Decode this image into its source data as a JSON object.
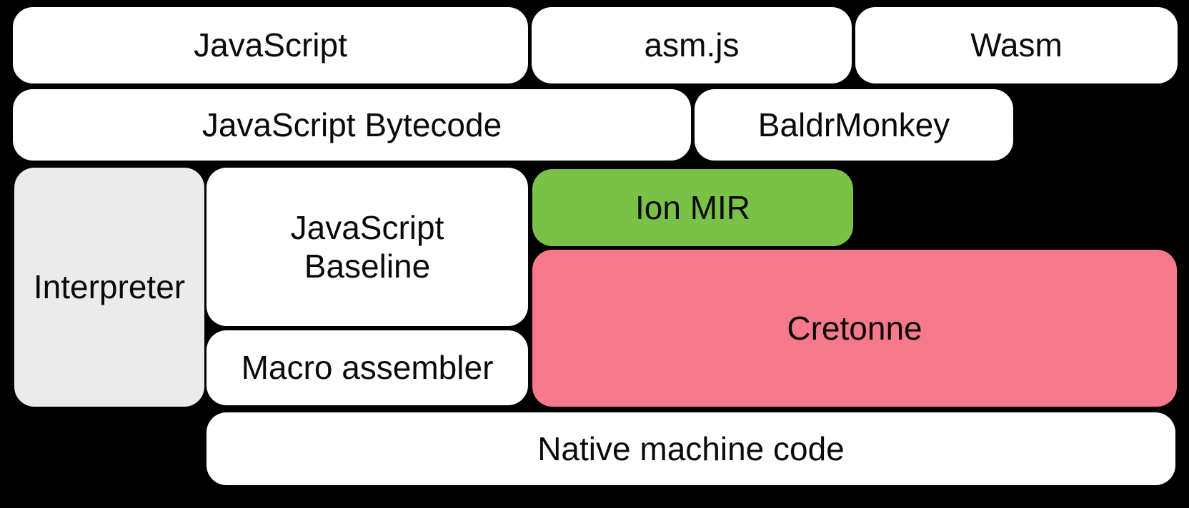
{
  "diagram": {
    "background": "#000000",
    "colors": {
      "white": "#ffffff",
      "gray": "#ebebeb",
      "green": "#7ac247",
      "pink": "#f7798b",
      "text": "#0a0a0a"
    },
    "nodes": {
      "javascript": {
        "label": "JavaScript"
      },
      "asmjs": {
        "label": "asm.js"
      },
      "wasm": {
        "label": "Wasm"
      },
      "bytecode": {
        "label": "JavaScript Bytecode"
      },
      "baldrmonkey": {
        "label": "BaldrMonkey"
      },
      "interpreter": {
        "label": "Interpreter"
      },
      "baseline": {
        "label": "JavaScript\nBaseline"
      },
      "ionmir": {
        "label": "Ion MIR"
      },
      "cretonne": {
        "label": "Cretonne"
      },
      "macroasm": {
        "label": "Macro assembler"
      },
      "native": {
        "label": "Native machine code"
      }
    }
  }
}
